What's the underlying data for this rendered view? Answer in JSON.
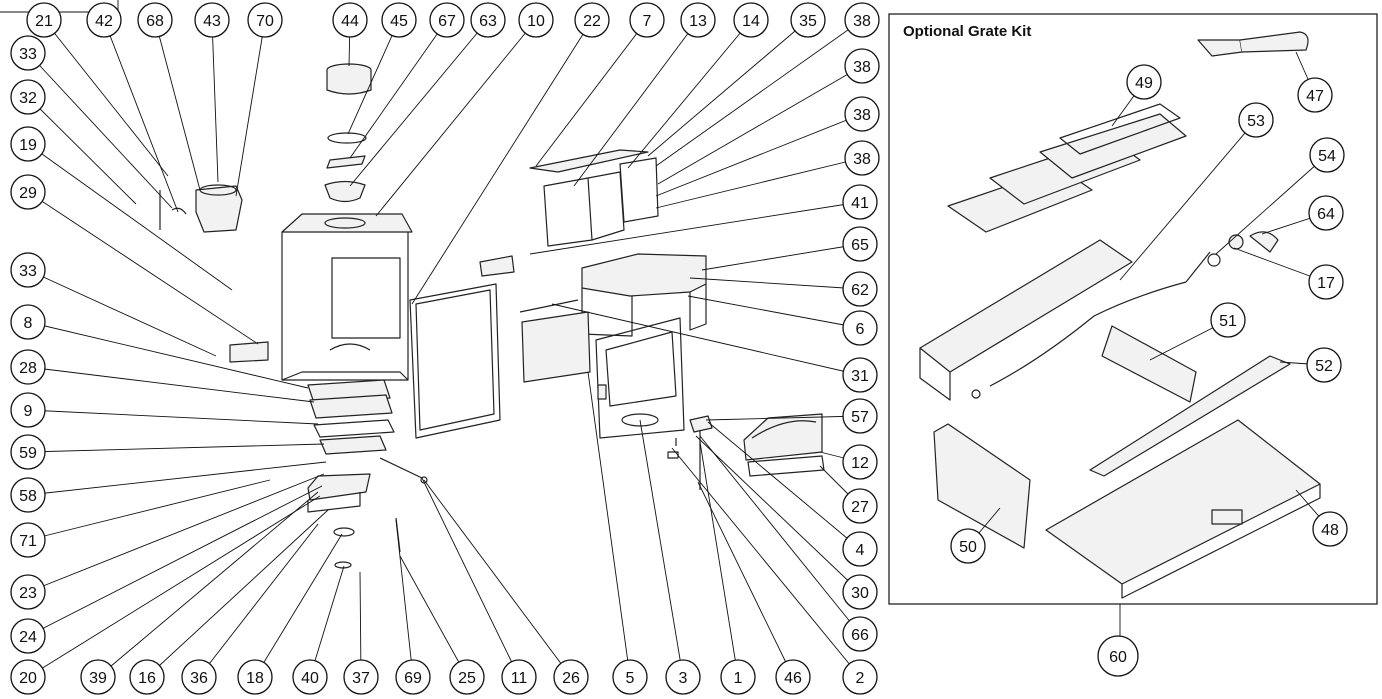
{
  "kit": {
    "title": "Optional Grate Kit",
    "label": "60"
  },
  "callouts_main": [
    "21",
    "42",
    "68",
    "43",
    "70",
    "44",
    "45",
    "67",
    "63",
    "10",
    "22",
    "7",
    "13",
    "14",
    "35",
    "38",
    "38",
    "38",
    "38",
    "41",
    "65",
    "62",
    "6",
    "31",
    "57",
    "12",
    "27",
    "4",
    "30",
    "66",
    "2",
    "46",
    "1",
    "3",
    "5",
    "26",
    "11",
    "25",
    "69",
    "37",
    "40",
    "18",
    "36",
    "16",
    "39",
    "20",
    "24",
    "23",
    "71",
    "58",
    "59",
    "9",
    "28",
    "8",
    "33",
    "29",
    "19",
    "32",
    "33"
  ],
  "callouts_kit": [
    "49",
    "53",
    "54",
    "64",
    "17",
    "47",
    "51",
    "52",
    "50",
    "48"
  ]
}
